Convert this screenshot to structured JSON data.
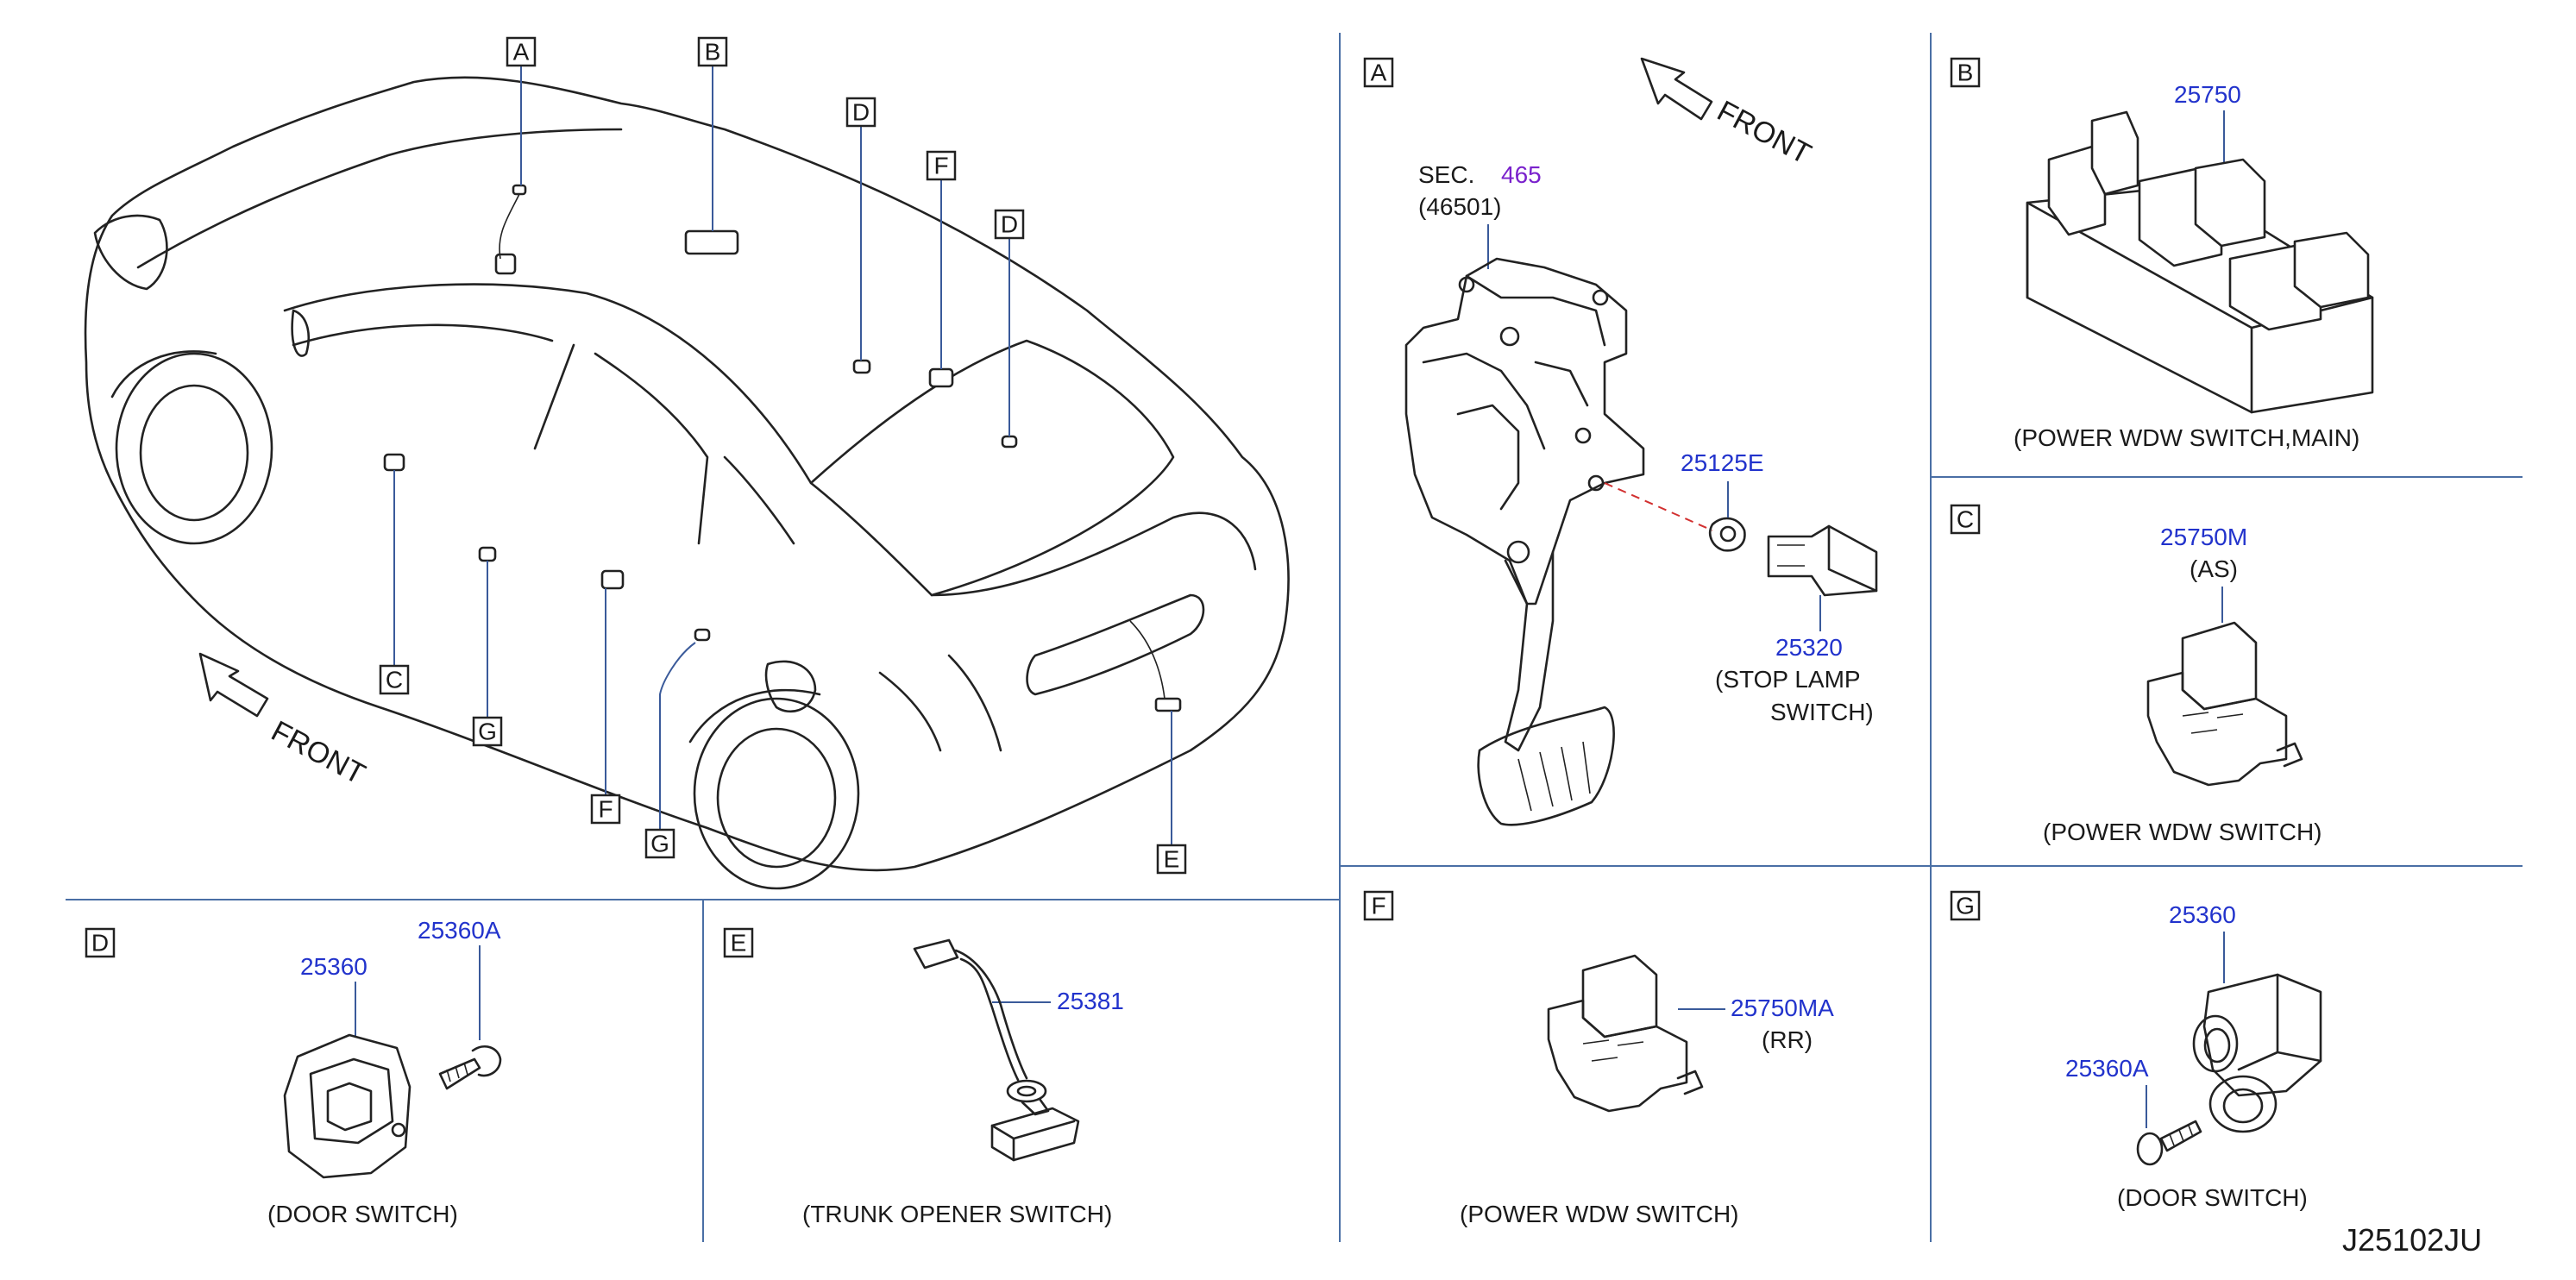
{
  "diagram": {
    "reference_code": "J25102JU",
    "overview": {
      "callout_letters": [
        "A",
        "B",
        "D",
        "F",
        "D",
        "C",
        "G",
        "F",
        "G",
        "E"
      ],
      "front_label": "FRONT"
    },
    "panel_a": {
      "letter": "A",
      "front_label": "FRONT",
      "sec_label": "SEC.",
      "sec_number": "465",
      "sec_sub": "(46501)",
      "part_stopper": "25125E",
      "part_stop_lamp": "25320",
      "caption_line1": "(STOP   LAMP",
      "caption_line2": "SWITCH)"
    },
    "panel_b": {
      "letter": "B",
      "part": "25750",
      "caption": "(POWER   WDW   SWITCH,MAIN)"
    },
    "panel_c": {
      "letter": "C",
      "part": "25750M",
      "variant": "(AS)",
      "caption": "(POWER   WDW   SWITCH)"
    },
    "panel_d": {
      "letter": "D",
      "part_switch": "25360",
      "part_screw": "25360A",
      "caption": "(DOOR   SWITCH)"
    },
    "panel_e": {
      "letter": "E",
      "part": "25381",
      "caption": "(TRUNK   OPENER   SWITCH)"
    },
    "panel_f": {
      "letter": "F",
      "part": "25750MA",
      "variant": "(RR)",
      "caption": "(POWER   WDW   SWITCH)"
    },
    "panel_g": {
      "letter": "G",
      "part_switch": "25360",
      "part_screw": "25360A",
      "caption": "(DOOR   SWITCH)"
    },
    "colors": {
      "part_number": "#2233cc",
      "section_ref": "#7a22cc",
      "divider": "#4a6fa5",
      "leader_dashed": "#d23030"
    }
  }
}
